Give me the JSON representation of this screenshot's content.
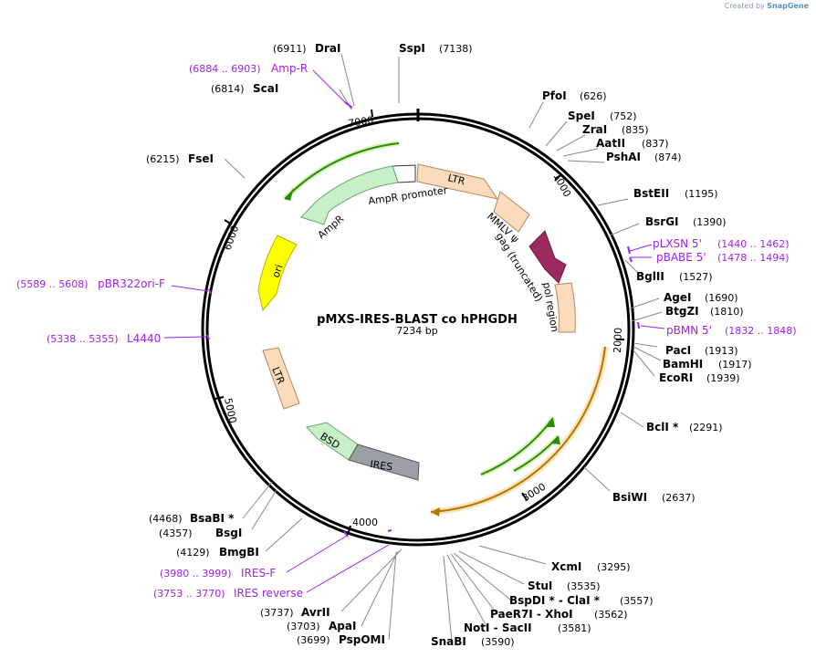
{
  "branding": {
    "created_by": "Created by",
    "app": "SnapGene"
  },
  "plasmid": {
    "name": "pMXS-IRES-BLAST co hPHGDH",
    "size": "7234 bp"
  },
  "ticks": [
    "1000",
    "2000",
    "3000",
    "4000",
    "5000",
    "6000",
    "7000"
  ],
  "features": [
    "LTR",
    "AmpR promoter",
    "AmpR",
    "ori",
    "MMLV ψ",
    "gag (truncated)",
    "pol region",
    "LTR",
    "BSD",
    "IRES"
  ],
  "enzymes_right": [
    {
      "name": "PfoI",
      "pos": "(626)"
    },
    {
      "name": "SpeI",
      "pos": "(752)"
    },
    {
      "name": "ZraI",
      "pos": "(835)"
    },
    {
      "name": "AatII",
      "pos": "(837)"
    },
    {
      "name": "PshAI",
      "pos": "(874)"
    },
    {
      "name": "BstEII",
      "pos": "(1195)"
    },
    {
      "name": "BsrGI",
      "pos": "(1390)"
    },
    {
      "name": "BglII",
      "pos": "(1527)"
    },
    {
      "name": "AgeI",
      "pos": "(1690)"
    },
    {
      "name": "BtgZI",
      "pos": "(1810)"
    },
    {
      "name": "PacI",
      "pos": "(1913)"
    },
    {
      "name": "BamHI",
      "pos": "(1917)"
    },
    {
      "name": "EcoRI",
      "pos": "(1939)"
    },
    {
      "name": "BclI *",
      "pos": "(2291)"
    },
    {
      "name": "BsiWI",
      "pos": "(2637)"
    },
    {
      "name": "XcmI",
      "pos": "(3295)"
    },
    {
      "name": "StuI",
      "pos": "(3535)"
    },
    {
      "name": "BspDI *  -  ClaI *",
      "pos": "(3557)"
    },
    {
      "name": "PaeR7I  -  XhoI",
      "pos": "(3562)"
    },
    {
      "name": "NotI  -  SacII",
      "pos": "(3581)"
    },
    {
      "name": "SnaBI",
      "pos": "(3590)"
    }
  ],
  "enzymes_left": [
    {
      "name": "DraI",
      "pos": "(6911)"
    },
    {
      "name": "ScaI",
      "pos": "(6814)"
    },
    {
      "name": "FseI",
      "pos": "(6215)"
    },
    {
      "name": "BsaBI *",
      "pos": "(4468)"
    },
    {
      "name": "BsgI",
      "pos": "(4357)"
    },
    {
      "name": "BmgBI",
      "pos": "(4129)"
    },
    {
      "name": "AvrII",
      "pos": "(3737)"
    },
    {
      "name": "ApaI",
      "pos": "(3703)"
    },
    {
      "name": "PspOMI",
      "pos": "(3699)"
    }
  ],
  "enzyme_top": {
    "name": "SspI",
    "pos": "(7138)"
  },
  "primers": [
    {
      "name": "Amp-R",
      "range": "(6884 .. 6903)"
    },
    {
      "name": "pBR322ori-F",
      "range": "(5589 .. 5608)"
    },
    {
      "name": "L4440",
      "range": "(5338 .. 5355)"
    },
    {
      "name": "IRES-F",
      "range": "(3980 .. 3999)"
    },
    {
      "name": "IRES reverse",
      "range": "(3753 .. 3770)"
    },
    {
      "name": "pLXSN 5'",
      "range": "(1440 .. 1462)"
    },
    {
      "name": "pBABE 5'",
      "range": "(1478 .. 1494)"
    },
    {
      "name": "pBMN 5'",
      "range": "(1832 .. 1848)"
    }
  ],
  "colors": {
    "ltr": "#fadcbc",
    "ampr": "#c8f0c8",
    "ori": "#ffff00",
    "mmlv": "#fadcbc",
    "gag": "#9b2a5e",
    "bsd": "#c8f0c8",
    "ires": "#9aa0a6",
    "orf_orange": "#c78a00",
    "orf_green": "#2e8b00",
    "primer": "#a020f0"
  }
}
